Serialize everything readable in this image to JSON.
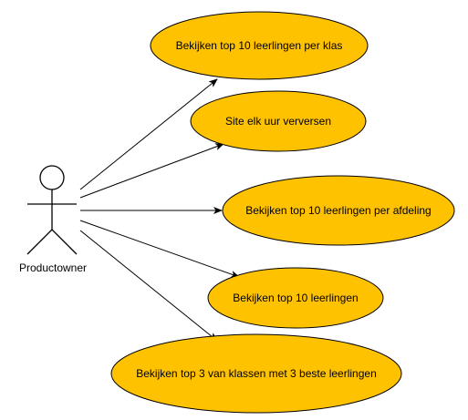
{
  "actor": {
    "name": "Productowner"
  },
  "use_cases": [
    {
      "label": "Bekijken top 10 leerlingen per klas"
    },
    {
      "label": "Site elk uur verversen"
    },
    {
      "label": "Bekijken top 10 leerlingen per afdeling"
    },
    {
      "label": "Bekijken top 10 leerlingen"
    },
    {
      "label": "Bekijken top 3 van klassen met 3 beste leerlingen"
    }
  ],
  "colors": {
    "use_case_fill": "#ffc200",
    "stroke": "#000000",
    "background": "#ffffff"
  }
}
